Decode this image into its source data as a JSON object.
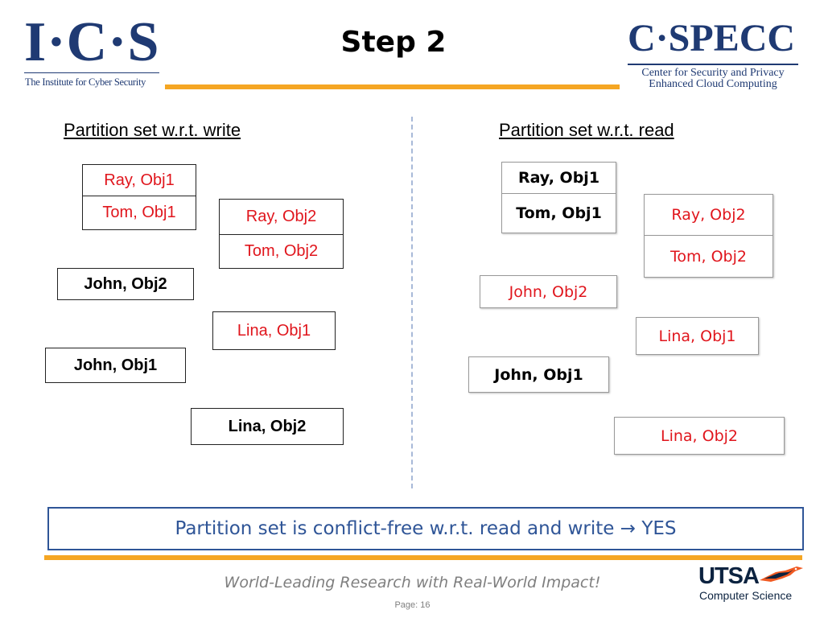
{
  "header": {
    "ics_logo": "I·C·S",
    "ics_subtitle": "The Institute for Cyber Security",
    "title": "Step 2",
    "cspecc_logo": "C·SPECC",
    "cspecc_line1": "Center for Security and Privacy",
    "cspecc_line2": "Enhanced Cloud Computing"
  },
  "write_section": {
    "heading": "Partition set  w.r.t. write",
    "cells": [
      "Ray, Obj1",
      "Tom, Obj1",
      "Ray, Obj2",
      "Tom, Obj2",
      "John, Obj2",
      "Lina, Obj1",
      "John, Obj1",
      "Lina, Obj2"
    ]
  },
  "read_section": {
    "heading": "Partition set w.r.t. read",
    "cells": [
      "Ray, Obj1",
      "Tom, Obj1",
      "Ray, Obj2",
      "Tom, Obj2",
      "John, Obj2",
      "Lina, Obj1",
      "John, Obj1",
      "Lina, Obj2"
    ]
  },
  "conclusion": "Partition set is conflict-free w.r.t. read and write → YES",
  "footer": {
    "slogan": "World-Leading Research with Real-World Impact!",
    "page": "Page:  16",
    "utsa": "UTSA",
    "utsa_sub": "Computer Science"
  },
  "colors": {
    "brand_blue": "#1f3a73",
    "accent_orange": "#f5a623",
    "red_text": "#e0151c",
    "conclusion_blue": "#2f5597"
  }
}
